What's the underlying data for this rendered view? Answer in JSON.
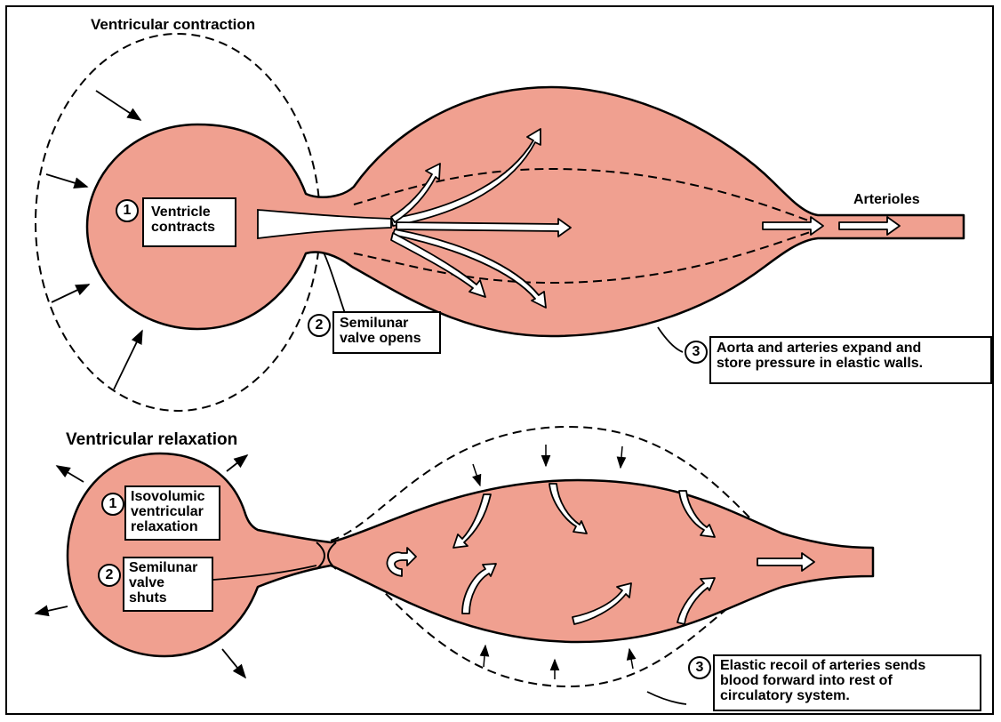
{
  "colors": {
    "tissue": "#f0a090",
    "outline": "#000000",
    "arrow_fill": "#ffffff"
  },
  "top": {
    "title": "Ventricular contraction",
    "step1": {
      "num": "1",
      "lines": [
        "Ventricle",
        "contracts"
      ]
    },
    "step2": {
      "num": "2",
      "lines": [
        "Semilunar",
        "valve opens"
      ]
    },
    "step3": {
      "num": "3",
      "lines": [
        "Aorta and arteries expand and",
        "store pressure in elastic walls."
      ]
    },
    "arterioles_label": "Arterioles"
  },
  "bottom": {
    "title": "Ventricular relaxation",
    "step1": {
      "num": "1",
      "lines": [
        "Isovolumic",
        "ventricular",
        "relaxation"
      ]
    },
    "step2": {
      "num": "2",
      "lines": [
        "Semilunar",
        "valve",
        "shuts"
      ]
    },
    "step3": {
      "num": "3",
      "lines": [
        "Elastic recoil of arteries sends",
        "blood forward into rest of",
        "circulatory system."
      ]
    }
  }
}
